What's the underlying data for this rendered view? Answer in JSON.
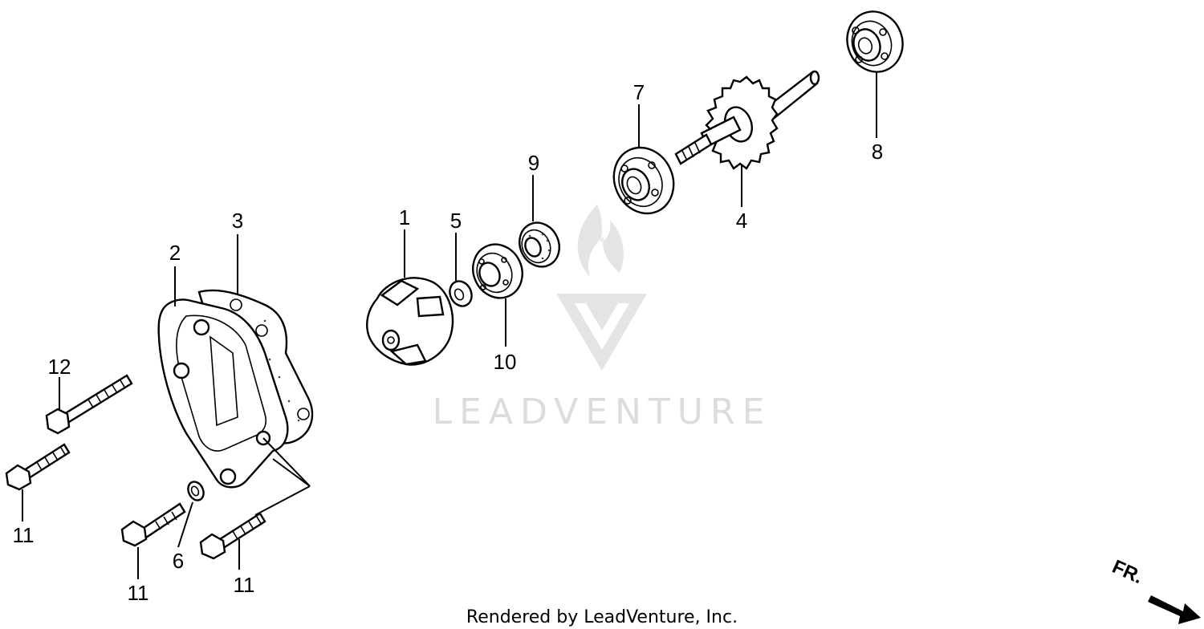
{
  "watermark": {
    "text": "LEADVENTURE"
  },
  "footer": {
    "credit": "Rendered by LeadVenture, Inc."
  },
  "direction_marker": {
    "text": "FR."
  },
  "callouts": {
    "c1": "1",
    "c2": "2",
    "c3": "3",
    "c4": "4",
    "c5": "5",
    "c6": "6",
    "c7": "7",
    "c8": "8",
    "c9": "9",
    "c10": "10",
    "c11a": "11",
    "c11b": "11",
    "c11c": "11",
    "c12": "12"
  }
}
